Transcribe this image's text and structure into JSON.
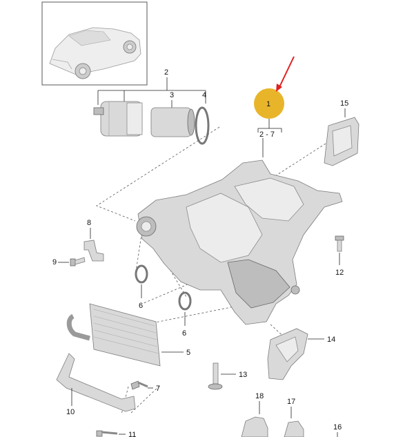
{
  "callouts": {
    "c1": "1",
    "c2": "2",
    "c3": "3",
    "c4": "4",
    "c2_7": "2 - 7",
    "c15": "15",
    "c8": "8",
    "c9": "9",
    "c12": "12",
    "c6a": "6",
    "c6b": "6",
    "c5": "5",
    "c14": "14",
    "c13": "13",
    "c7": "7",
    "c10": "10",
    "c18": "18",
    "c17": "17",
    "c16": "16",
    "c11": "11"
  },
  "colors": {
    "highlight": "#e8b52a",
    "arrow": "#e02020",
    "part_gray": "#d9d9d9"
  }
}
